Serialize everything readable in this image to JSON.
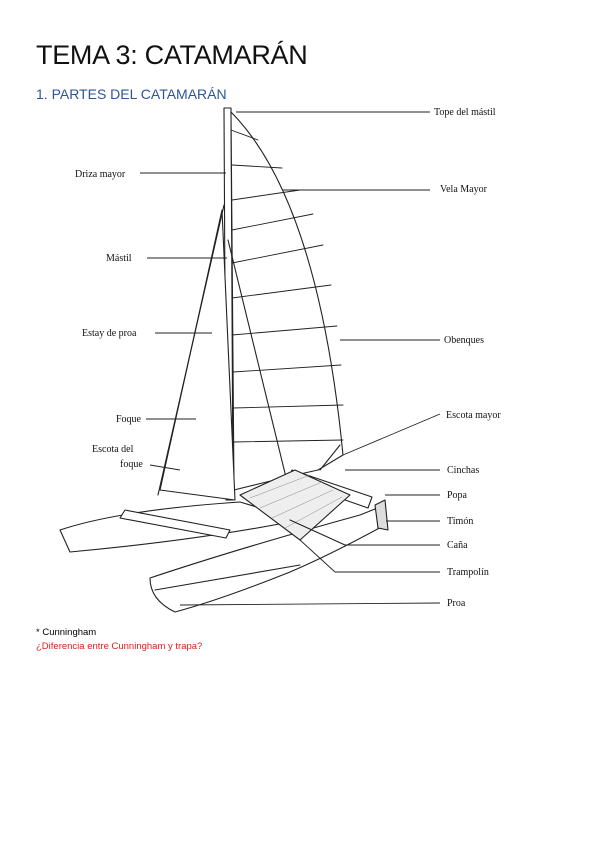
{
  "page": {
    "title": "TEMA 3: CATAMARÁN",
    "section": "1. PARTES DEL CATAMARÁN",
    "note": "* Cunningham",
    "question": "¿Diferencia entre Cunningham y trapa?",
    "question_color": "#e0201c",
    "section_color": "#2f5597"
  },
  "diagram": {
    "labels": {
      "tope_mastil": "Tope del mástil",
      "driza_mayor": "Driza mayor",
      "vela_mayor": "Vela Mayor",
      "mastil": "Mástil",
      "estay_proa": "Estay de proa",
      "obenques": "Obenques",
      "foque": "Foque",
      "escota_mayor": "Escota mayor",
      "escota_foque_1": "Escota del",
      "escota_foque_2": "foque",
      "cinchas": "Cinchas",
      "popa": "Popa",
      "timon": "Timón",
      "cana": "Caña",
      "trampolin": "Trampolín",
      "proa": "Proa"
    }
  }
}
